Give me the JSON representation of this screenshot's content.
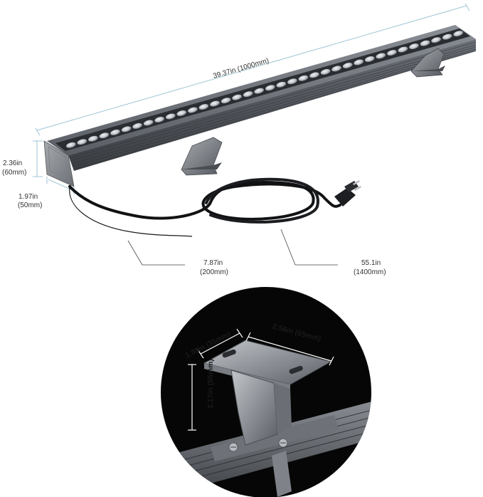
{
  "fixture": {
    "length_label": "39.37in (1000mm)",
    "height_label_in": "2.36in",
    "height_label_mm": "(60mm)",
    "width_label_in": "1.97in",
    "width_label_mm": "(50mm)",
    "lead_label_in": "7.87in",
    "lead_label_mm": "(200mm)",
    "cord_label_in": "55.1in",
    "cord_label_mm": "(1400mm)",
    "led_count": 36
  },
  "bracket_detail": {
    "depth_label": "1.38in (35mm)",
    "width_label": "2.56in (65mm)",
    "height_label": "2.17in (55mm)"
  },
  "colors": {
    "body": "#5d6168",
    "body_dark": "#3e4248",
    "lens": "#c9ccd1",
    "dimension_line": "#9fc4d4",
    "background": "#ffffff",
    "inset_background": "#060606"
  }
}
